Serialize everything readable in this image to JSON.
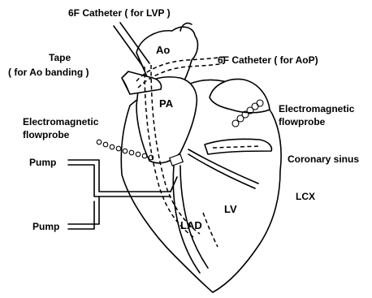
{
  "labels": {
    "catheter_lvp": "6F  Catheter ( for LVP )",
    "catheter_aop": "6F Catheter ( for AoP)",
    "ao": "Ao",
    "tape_line1": "Tape",
    "tape_line2": "( for Ao banding )",
    "pa": "PA",
    "em_probe_right_line1": "Electromagnetic",
    "em_probe_right_line2": "flowprobe",
    "em_probe_left_line1": "Electromagnetic",
    "em_probe_left_line2": "flowprobe",
    "coronary_sinus": "Coronary sinus",
    "pump_top": "Pump",
    "pump_bottom": "Pump",
    "lcx": "LCX",
    "lad": "LAD",
    "lv": "LV"
  }
}
